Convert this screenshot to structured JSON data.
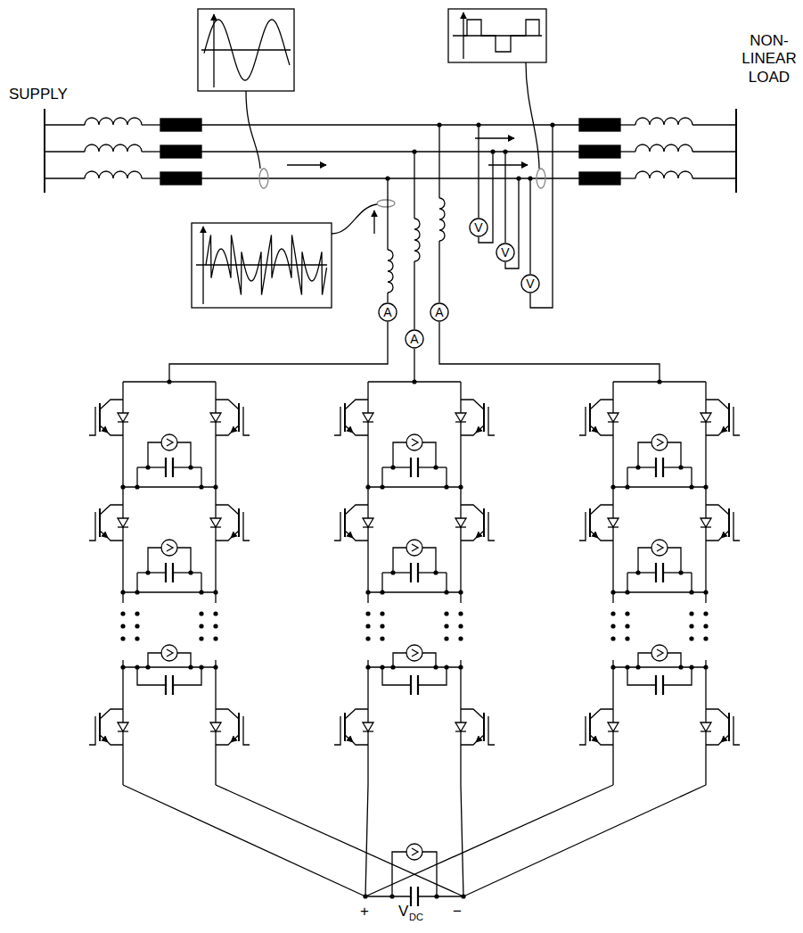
{
  "diagram": {
    "nodes": [
      {
        "text": [
          "V"
        ]
      },
      {
        "text": [
          "V"
        ]
      },
      {
        "text": [
          "V"
        ]
      },
      {
        "text": [
          "A"
        ]
      },
      {
        "text": [
          "A"
        ]
      },
      {
        "text": [
          "A"
        ]
      }
    ],
    "labels": [
      "SUPPLY",
      "NON- LINEAR LOAD",
      "+",
      "V",
      "DC",
      "−"
    ]
  }
}
